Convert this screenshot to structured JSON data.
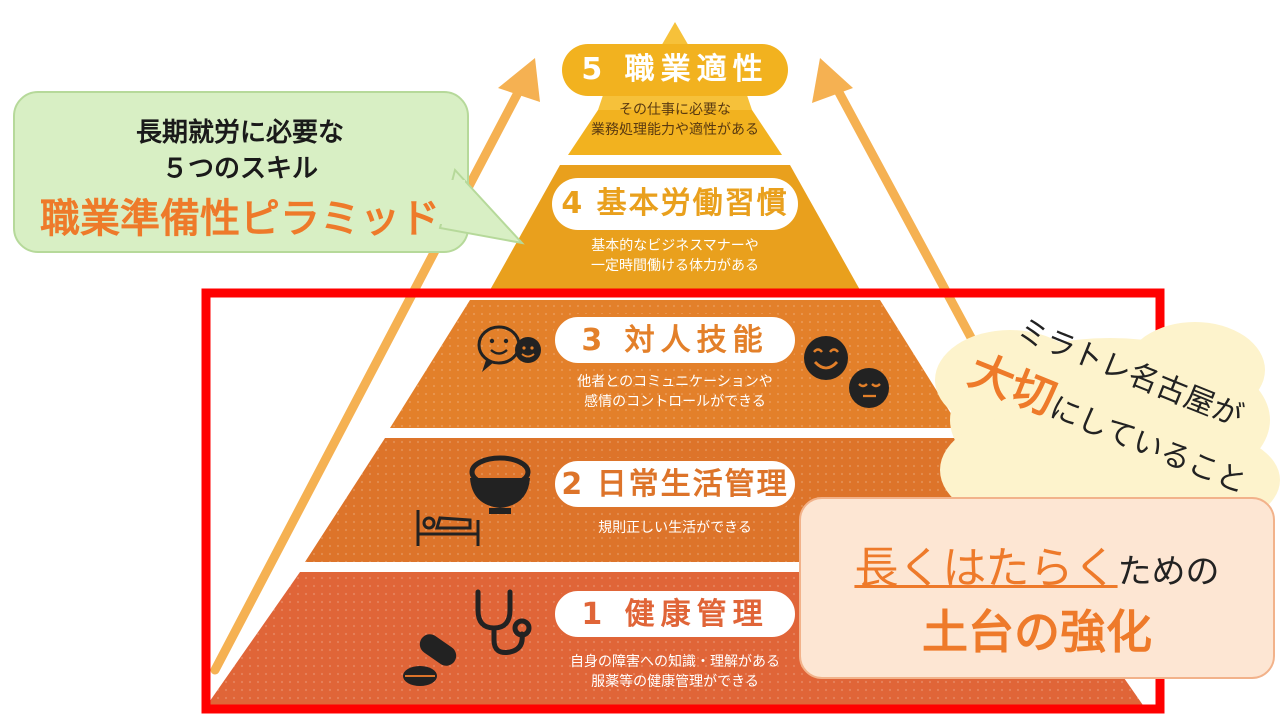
{
  "callout": {
    "line1": "長期就労に必要な",
    "line2": "５つのスキル",
    "title": "職業準備性ピラミッド"
  },
  "levels": [
    {
      "num": "5",
      "name": "職業適性",
      "desc1": "その仕事に必要な",
      "desc2": "業務処理能力や適性がある"
    },
    {
      "num": "4",
      "name": "基本労働習慣",
      "desc1": "基本的なビジネスマナーや",
      "desc2": "一定時間働ける体力がある"
    },
    {
      "num": "3",
      "name": "対人技能",
      "desc1": "他者とのコミュニケーションや",
      "desc2": "感情のコントロールができる"
    },
    {
      "num": "2",
      "name": "日常生活管理",
      "desc1": "規則正しい生活ができる",
      "desc2": ""
    },
    {
      "num": "1",
      "name": "健康管理",
      "desc1": "自身の障害への知識・理解がある",
      "desc2": "服薬等の健康管理ができる"
    }
  ],
  "cloud": {
    "line1": "ミラトレ名古屋が",
    "emph": "大切",
    "line2rest": "にしていること"
  },
  "foundation": {
    "emph": "長くはたらく",
    "rest": "ための",
    "line2": "土台の強化"
  },
  "colors": {
    "tier5": "#f2b21f",
    "tier4": "#e9a01d",
    "tier3": "#e3802a",
    "tier2": "#dd742a",
    "tier1": "#e06538",
    "arrow": "#f5b152",
    "frame": "#ff0000",
    "callout_bg": "#d8efc4",
    "accent_text": "#ee7a2a",
    "foundation_bg": "#fde6d3"
  },
  "icons": [
    "smile-chat-icon",
    "happy-face-icon",
    "calm-face-icon",
    "rice-bowl-icon",
    "bed-icon",
    "stethoscope-icon",
    "pills-icon"
  ]
}
